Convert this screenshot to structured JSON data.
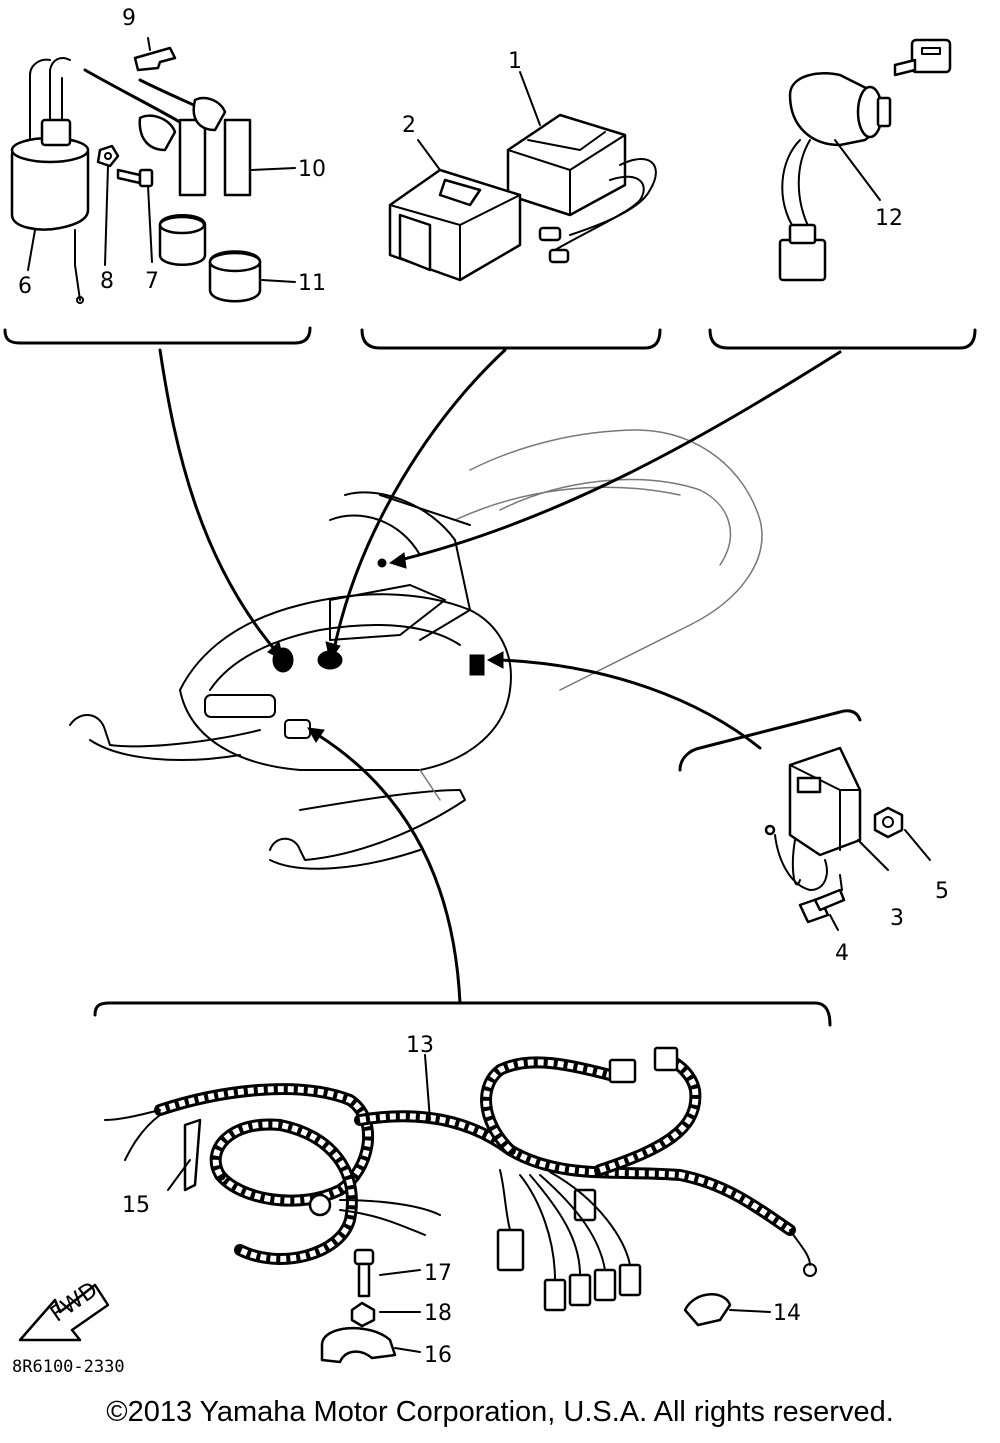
{
  "diagram": {
    "drawing_code": "8R6100-2330",
    "fwd_label": "FWD",
    "callouts": [
      "1",
      "2",
      "3",
      "4",
      "5",
      "6",
      "7",
      "8",
      "9",
      "10",
      "11",
      "12",
      "13",
      "14",
      "15",
      "16",
      "17",
      "18"
    ]
  },
  "footer": {
    "copyright": "©2013 Yamaha Motor Corporation, U.S.A. All rights reserved."
  },
  "colors": {
    "ink": "#000000",
    "paper": "#ffffff"
  }
}
